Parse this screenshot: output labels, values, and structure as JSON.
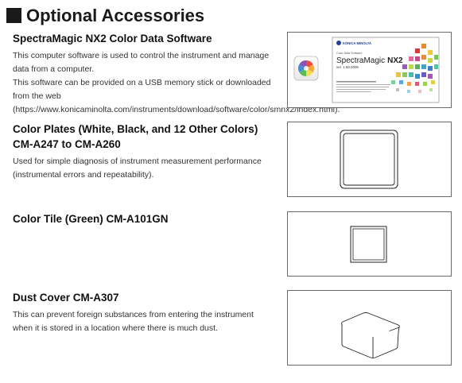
{
  "page": {
    "title": "Optional Accessories"
  },
  "sections": [
    {
      "title": "SpectraMagic NX2 Color Data Software",
      "paragraphs": [
        "This computer software is used to control the instrument and manage data from a computer.",
        "This software can be provided on a USB memory stick or downloaded from the web (https://www.konicaminolta.com/instruments/download/software/color/smnx2/index.html)."
      ]
    },
    {
      "title": "Color Plates (White, Black, and 12 Other Colors) CM-A247 to CM-A260",
      "paragraphs": [
        "Used for simple diagnosis of instrument measurement performance (instrumental errors and repeatability)."
      ]
    },
    {
      "title": "Color Tile (Green) CM-A101GN",
      "paragraphs": []
    },
    {
      "title": "Dust Cover CM-A307",
      "paragraphs": [
        "This can prevent foreign substances from entering the instrument when it is stored in a location where there is much dust."
      ]
    }
  ],
  "software_splash": {
    "brand": "KONICA MINOLTA",
    "subtitle": "Color Data Software",
    "product": "SpectraMagic",
    "product_suffix": "NX2",
    "version": "ver. 1.50.0005"
  },
  "colors": {
    "text": "#1a1a1a",
    "border": "#6a6a6a",
    "brand_blue": "#1f3f9a"
  }
}
